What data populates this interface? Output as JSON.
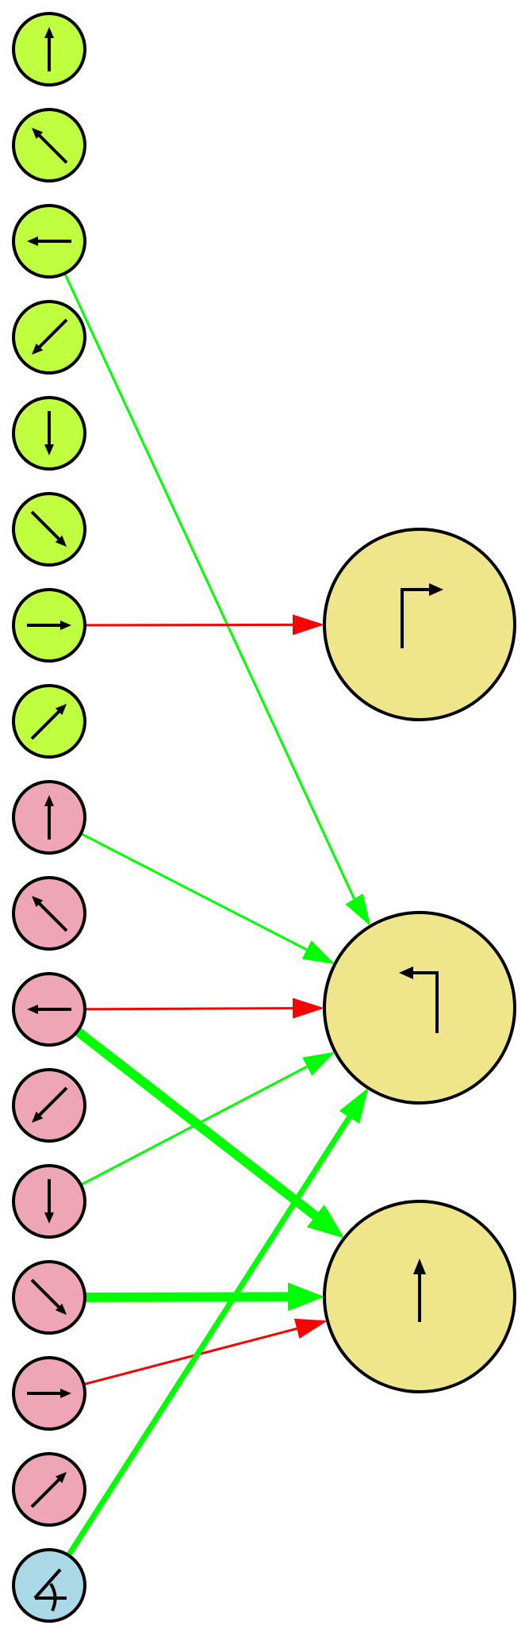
{
  "colors": {
    "input_green": "#bfff40",
    "input_pink": "#eea6b6",
    "input_blue": "#aad8e6",
    "output_node": "#efe68c",
    "edge_green": "#00ff00",
    "edge_red": "#ff0000"
  },
  "nodes": {
    "inputs": [
      {
        "group": "green",
        "glyph": "arrow-up"
      },
      {
        "group": "green",
        "glyph": "arrow-up-left"
      },
      {
        "group": "green",
        "glyph": "arrow-left"
      },
      {
        "group": "green",
        "glyph": "arrow-down-left"
      },
      {
        "group": "green",
        "glyph": "arrow-down"
      },
      {
        "group": "green",
        "glyph": "arrow-down-right"
      },
      {
        "group": "green",
        "glyph": "arrow-right"
      },
      {
        "group": "green",
        "glyph": "arrow-up-right"
      },
      {
        "group": "pink",
        "glyph": "arrow-up"
      },
      {
        "group": "pink",
        "glyph": "arrow-up-left"
      },
      {
        "group": "pink",
        "glyph": "arrow-left"
      },
      {
        "group": "pink",
        "glyph": "arrow-down-left"
      },
      {
        "group": "pink",
        "glyph": "arrow-down"
      },
      {
        "group": "pink",
        "glyph": "arrow-down-right"
      },
      {
        "group": "pink",
        "glyph": "arrow-right"
      },
      {
        "group": "pink",
        "glyph": "arrow-up-right"
      },
      {
        "group": "blue",
        "glyph": "angle"
      }
    ],
    "outputs": [
      {
        "name": "turn-right",
        "glyph": "turn-right"
      },
      {
        "name": "turn-left",
        "glyph": "turn-left"
      },
      {
        "name": "straight",
        "glyph": "straight"
      }
    ]
  },
  "edges": [
    {
      "from": 2,
      "to": "turn-left",
      "color": "green",
      "weight": "thin"
    },
    {
      "from": 6,
      "to": "turn-right",
      "color": "red",
      "weight": "thin"
    },
    {
      "from": 8,
      "to": "turn-left",
      "color": "green",
      "weight": "thin"
    },
    {
      "from": 10,
      "to": "turn-left",
      "color": "red",
      "weight": "thin"
    },
    {
      "from": 10,
      "to": "straight",
      "color": "green",
      "weight": "heavy"
    },
    {
      "from": 12,
      "to": "turn-left",
      "color": "green",
      "weight": "thin"
    },
    {
      "from": 13,
      "to": "straight",
      "color": "green",
      "weight": "heavy"
    },
    {
      "from": 14,
      "to": "straight",
      "color": "red",
      "weight": "thin"
    },
    {
      "from": 16,
      "to": "turn-left",
      "color": "green",
      "weight": "medium"
    }
  ]
}
